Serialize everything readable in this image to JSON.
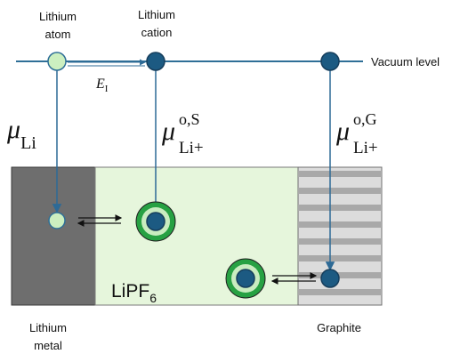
{
  "labels": {
    "lithium_atom_line1": "Lithium",
    "lithium_atom_line2": "atom",
    "lithium_cation_line1": "Lithium",
    "lithium_cation_line2": "cation",
    "vacuum_level": "Vacuum level",
    "ionization_energy_symbol": "E",
    "ionization_energy_subscript": "I",
    "mu_li_symbol": "μ",
    "mu_li_subscript": "Li",
    "mu_s_symbol": "μ",
    "mu_s_superscript": "o,S",
    "mu_s_subscript": "Li+",
    "mu_g_symbol": "μ",
    "mu_g_superscript": "o,G",
    "mu_g_subscript": "Li+",
    "electrolyte_main": "LiPF",
    "electrolyte_sub": "6",
    "lithium_metal_line1": "Lithium",
    "lithium_metal_line2": "metal",
    "graphite": "Graphite"
  },
  "colors": {
    "vacuum_line": "#2f6f97",
    "atom_fill": "#ccefc0",
    "cation_fill": "#1c5a82",
    "cation_stroke": "#163e5c",
    "solvation_shell": "#27a143",
    "metal_fill": "#6e6e6e",
    "electrolyte_fill": "#e6f6dc",
    "graphite_light": "#dcdcdc",
    "graphite_dark": "#a9a9a9",
    "arrow": "#2d6a96",
    "text": "#111111"
  }
}
